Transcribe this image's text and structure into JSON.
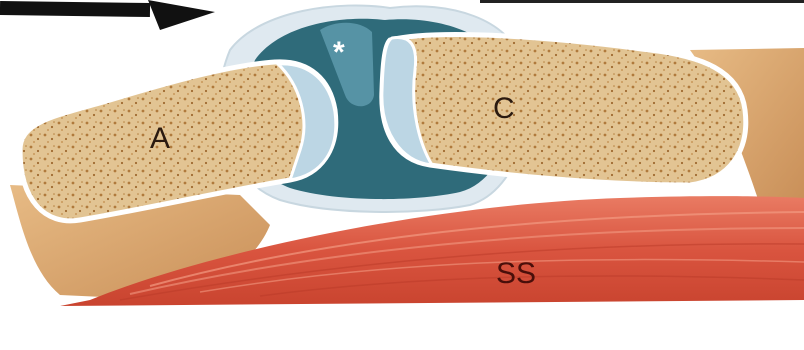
{
  "labels": {
    "bone_left": "A",
    "bone_right": "C",
    "muscle": "SS",
    "joint_marker": "*"
  },
  "icons": {
    "pointer": "arrow-icon"
  },
  "colors": {
    "bone": "#e2c493",
    "bone_speckle": "#b07a3c",
    "cartilage": "#bcd6e4",
    "joint_fill": "#2f6b7a",
    "capsule": "#dde8ef",
    "muscle": "#d9543f",
    "muscle_light": "#ec8a70",
    "skin": "#d9a772",
    "arrow": "#111111"
  }
}
